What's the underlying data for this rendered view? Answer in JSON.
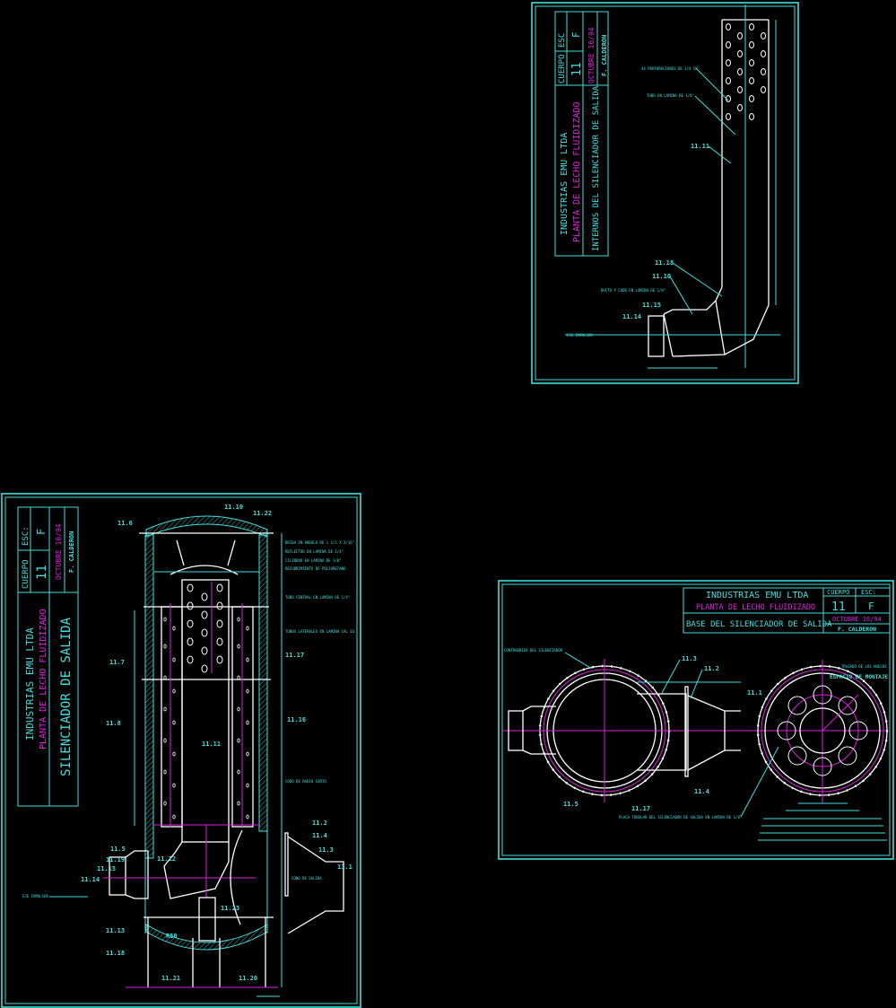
{
  "colors": {
    "background": "#000000",
    "line_cyan": "#3fe0e0",
    "line_magenta": "#e020e0",
    "line_white": "#ffffff"
  },
  "sheet_internos": {
    "company": "INDUSTRIAS EMU LTDA",
    "project": "PLANTA DE LECHO FLUIDIZADO",
    "drawing_title": "INTERNOS DEL SILENCIADOR DE SALIDA",
    "cuerpo_label": "CUERPO",
    "cuerpo_value": "11",
    "esc_label": "ESC",
    "esc_value": "F",
    "date": "OCTUBRE 16/94",
    "author": "F. CALDERON",
    "parts": [
      "11.11",
      "11.18",
      "11.10",
      "11.15",
      "11.14"
    ],
    "notes": [
      "44 PERFORACIONES DE 3/4 IN",
      "TUBO EN LAMINA DE 1/8\"",
      "DUCTO Y CODO EN LAMINA DE 1/8\"",
      "EJE IMPULSOR"
    ]
  },
  "sheet_silenciador": {
    "company": "INDUSTRIAS EMU LTDA",
    "project": "PLANTA DE LECHO FLUIDIZADO",
    "drawing_title": "SILENCIADOR DE SALIDA",
    "cuerpo_label": "CUERPO",
    "cuerpo_value": "11",
    "esc_label": "ESC:",
    "esc_value": "F",
    "date": "OCTUBRE 16/94",
    "author": "F. CALDERON",
    "parts": [
      "11.6",
      "11.10",
      "11.22",
      "11.7",
      "11.8",
      "11.11",
      "11.17",
      "11.16",
      "11.2",
      "11.4",
      "11.3",
      "11.1",
      "11.5",
      "11.19",
      "11.12",
      "11.15",
      "11.14",
      "11.23",
      "11.13",
      "11.18",
      "11.21",
      "11.20",
      "R50"
    ],
    "notes": [
      "BRIDA EN ANGULO DE 1 1/2 X 3/16\"",
      "REFLECTOR EN LAMINA DE 1/4\"",
      "CILINDRO EN LAMINA DE 1/8\"",
      "RECUBRIMIENTO DE POLIURETANO",
      "TUBO CENTRAL EN LAMINA DE 1/4\"",
      "TUBOS LATERALES EN LAMINA CAL 16",
      "CODO DE RADIO CORTO",
      "CONO DE SALIDA",
      "EJE IMPULSOR"
    ]
  },
  "sheet_base": {
    "company": "INDUSTRIAS EMU LTDA",
    "project": "PLANTA DE LECHO FLUIDIZADO",
    "drawing_title": "BASE DEL SILENCIADOR DE SALIDA",
    "cuerpo_label": "CUERPO",
    "cuerpo_value": "11",
    "esc_label": "ESC:",
    "esc_value": "F",
    "date": "OCTUBRE 16/94",
    "author": "F. CALDERON",
    "parts": [
      "11.3",
      "11.2",
      "11.1",
      "11.4",
      "11.5",
      "11.17"
    ],
    "notes": [
      "CONTRABRIDA DEL SILENCIADOR",
      "PLACA TUBULAR DEL SILENCIADOR DE SALIDA EN LAMINA DE 1/8\"",
      "TRAZADO DE LOS HUECOS",
      "ESPACIO DE MONTAJE"
    ]
  }
}
